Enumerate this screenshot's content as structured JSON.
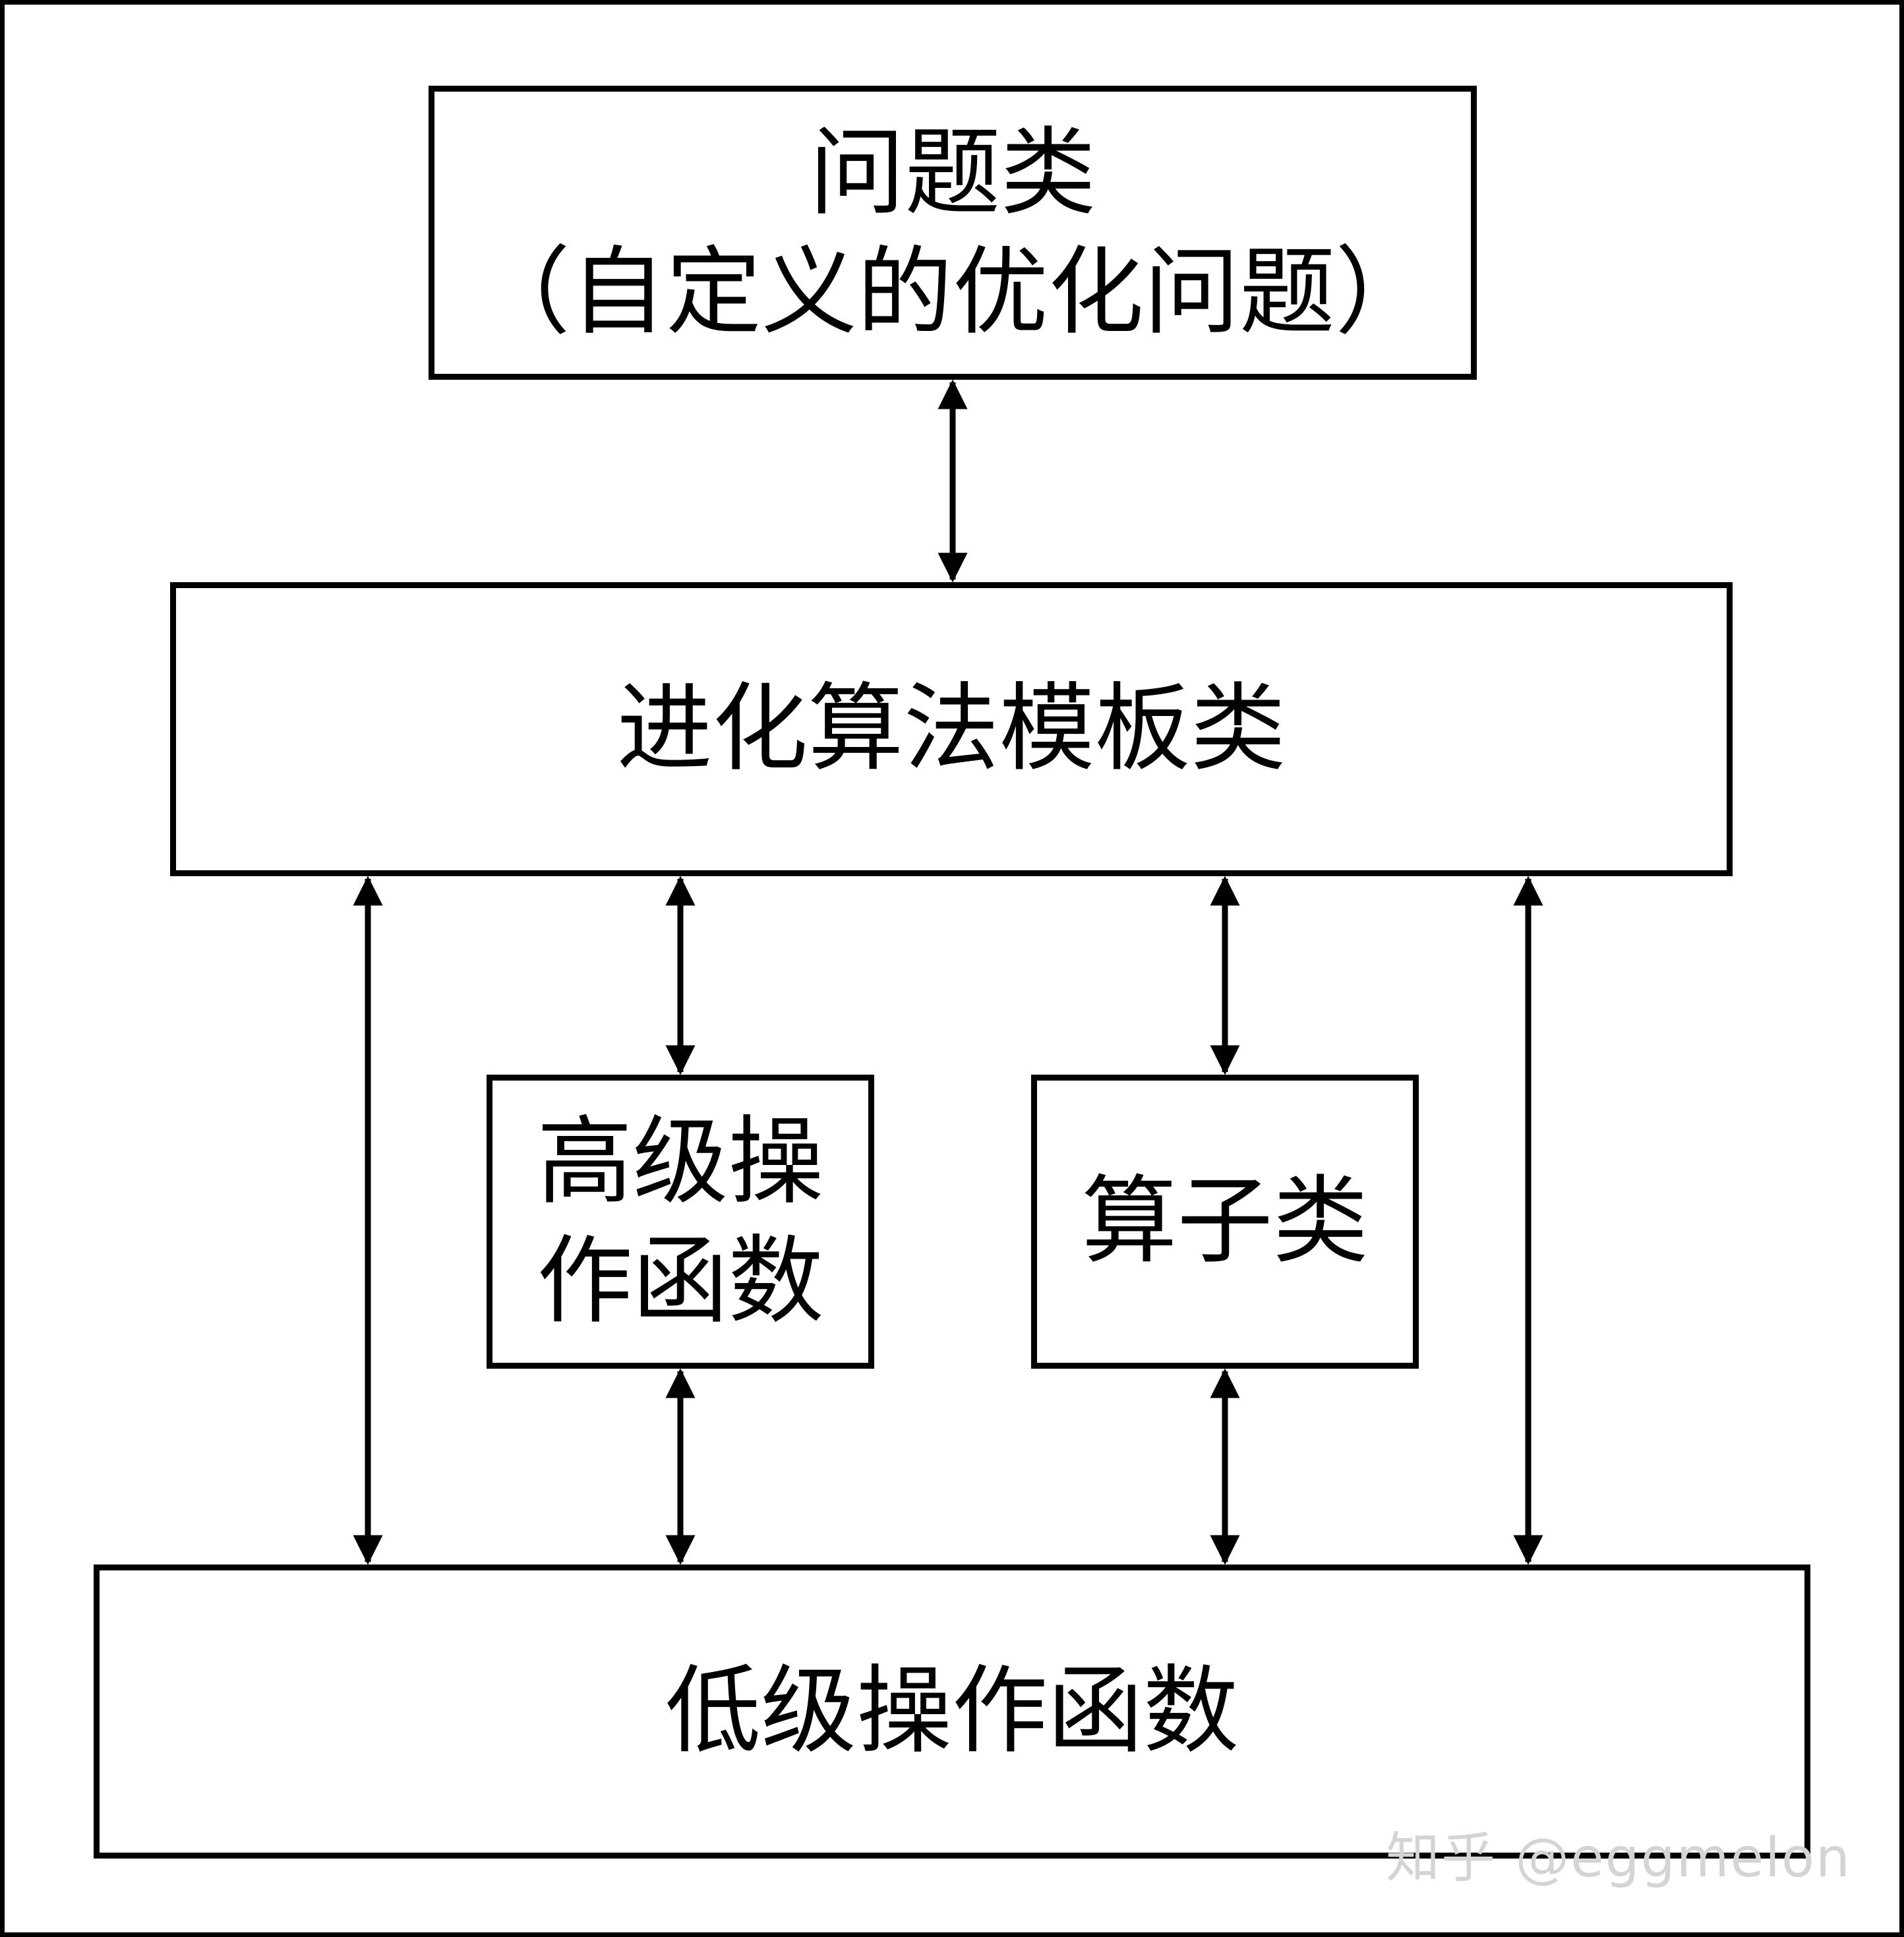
{
  "boxes": {
    "problem": {
      "line1": "问题类",
      "line2": "（自定义的优化问题）"
    },
    "template": {
      "label": "进化算法模板类"
    },
    "high_level": {
      "line1": "高级操",
      "line2": "作函数"
    },
    "operator": {
      "label": "算子类"
    },
    "low_level": {
      "label": "低级操作函数"
    }
  },
  "watermark": "知乎 @eggmelon"
}
